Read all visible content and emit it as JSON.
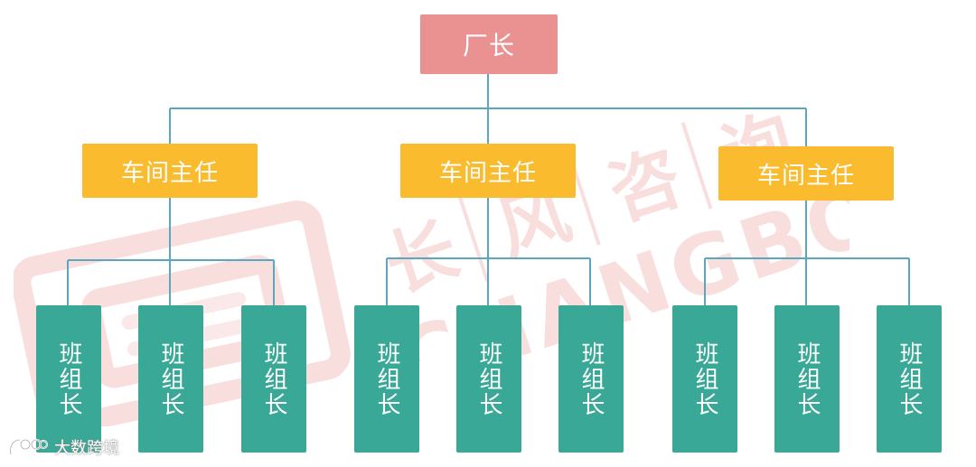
{
  "diagram": {
    "root": {
      "label": "厂长"
    },
    "directors": [
      {
        "label": "车间主任",
        "leaders": [
          "班组长",
          "班组长",
          "班组长"
        ]
      },
      {
        "label": "车间主任",
        "leaders": [
          "班组长",
          "班组长",
          "班组长"
        ]
      },
      {
        "label": "车间主任",
        "leaders": [
          "班组长",
          "班组长",
          "班组长"
        ]
      }
    ]
  },
  "colors": {
    "root": "#ea9192",
    "director": "#fbbb2f",
    "leader": "#3aa896",
    "connector": "#5ba7bd",
    "watermark": "#f9dede"
  },
  "watermark": {
    "characters": [
      "长",
      "风",
      "咨",
      "询"
    ],
    "latin": "CHANGBOU"
  },
  "footer": {
    "brand": "大数跨境",
    "icon": "brand-logo-icon"
  }
}
